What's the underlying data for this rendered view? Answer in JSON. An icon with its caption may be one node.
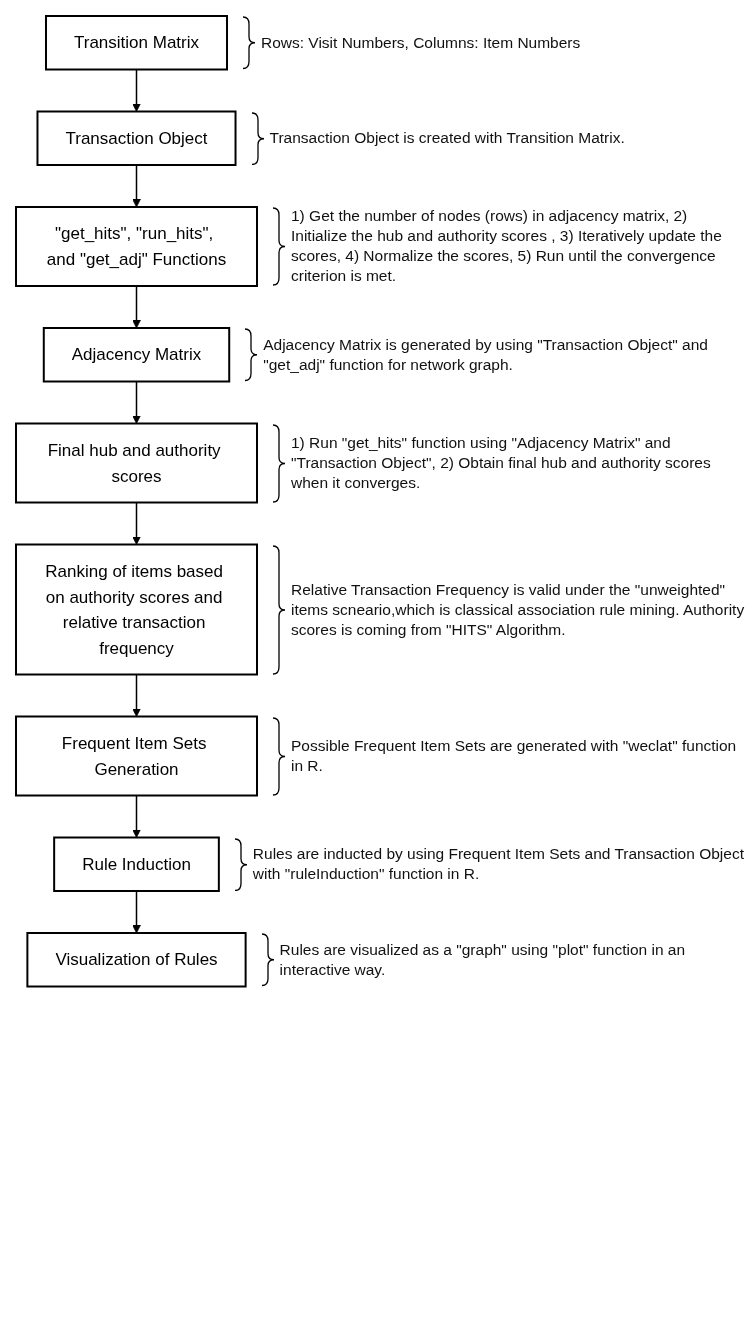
{
  "diagram": {
    "nodes": [
      {
        "text": [
          "Transition Matrix"
        ],
        "beside": [
          "Rows: Visit Numbers, Columns: Item Numbers"
        ]
      },
      {
        "text": [
          "Transaction Object"
        ],
        "beside": [
          "Transaction Object is created with Transition Matrix."
        ]
      },
      {
        "text": [
          "\"get_hits\", \"run_hits\", and \"get_adj\" Functions"
        ],
        "beside": [
          "1) Get the number of nodes (rows) in adjacency matrix, 2) Initialize the hub and authority scores , 3) Iteratively update the scores, 4) Normalize the scores, 5) Run until the convergence criterion is met."
        ]
      },
      {
        "text": [
          "Adjacency Matrix"
        ],
        "beside": [
          "Adjacency Matrix is generated by using \"Transaction Object\" and \"get_adj\" function for network graph."
        ]
      },
      {
        "text": [
          "Final hub and authority scores"
        ],
        "beside": [
          "1) Run \"get_hits\" function using \"Adjacency Matrix\" and \"Transaction Object\", 2) Obtain final hub and authority scores when it converges."
        ]
      },
      {
        "text": [
          "Ranking of items based on authority scores and relative transaction frequency"
        ],
        "beside": [
          "Relative Transaction Frequency is valid under the \"unweighted\" items scneario,which is classical association rule mining. Authority scores is coming from \"HITS\" Algorithm."
        ]
      },
      {
        "text": [
          "Frequent Item Sets Generation"
        ],
        "beside": [
          "Possible Frequent Item Sets are generated with \"weclat\" function in R."
        ]
      },
      {
        "text": [
          "Rule Induction"
        ],
        "beside": [
          "Rules are inducted by using Frequent Item Sets and Transaction Object with \"ruleInduction\" function in R."
        ]
      },
      {
        "text": [
          "Visualization of Rules"
        ],
        "beside": [
          "Rules are visualized as a \"graph\" using \"plot\" function in an interactive way."
        ]
      }
    ],
    "edges": [
      {
        "from": 0,
        "to": 1,
        "arrow": "to"
      },
      {
        "from": 1,
        "to": 2,
        "arrow": "to"
      },
      {
        "from": 2,
        "to": 3,
        "arrow": "to"
      },
      {
        "from": 3,
        "to": 4,
        "arrow": "to"
      },
      {
        "from": 4,
        "to": 5,
        "arrow": "to"
      },
      {
        "from": 5,
        "to": 6,
        "arrow": "to"
      },
      {
        "from": 6,
        "to": 7,
        "arrow": "to"
      },
      {
        "from": 7,
        "to": 8,
        "arrow": "to"
      }
    ]
  }
}
